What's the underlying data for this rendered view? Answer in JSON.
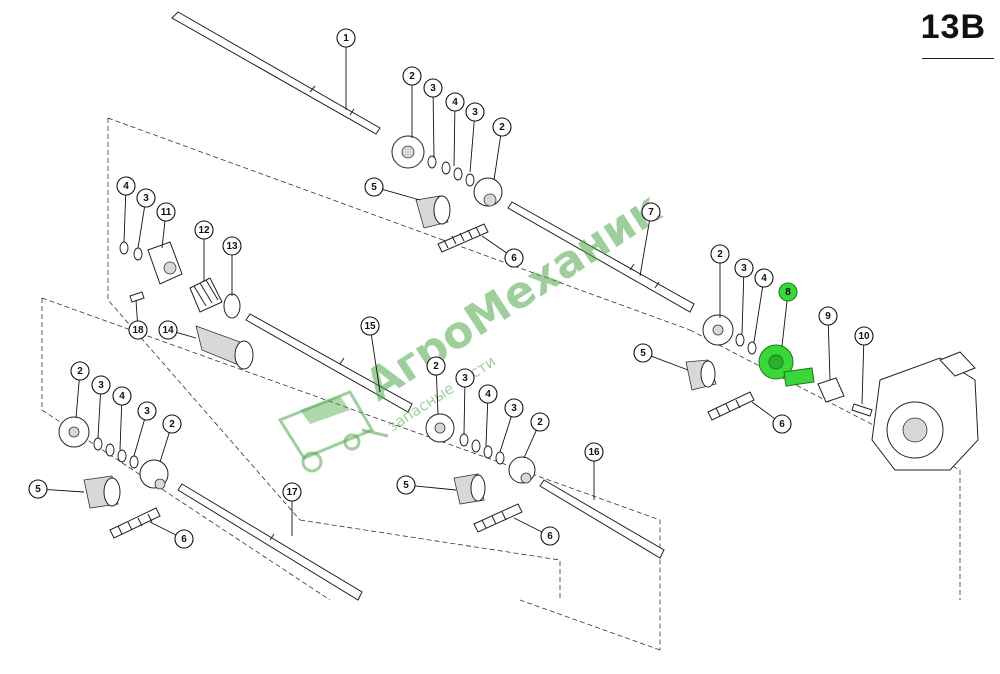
{
  "page": {
    "code": "13B"
  },
  "watermark": {
    "brand": "АгроМеханик",
    "tagline": "запасные части",
    "color": "#4fa84a"
  },
  "highlight_color": "#3ad63a",
  "highlighted_part": "8",
  "callouts": [
    "1",
    "2",
    "3",
    "4",
    "3",
    "2",
    "5",
    "6",
    "7",
    "2",
    "3",
    "4",
    "8",
    "9",
    "10",
    "5",
    "6",
    "4",
    "3",
    "11",
    "12",
    "13",
    "14",
    "18",
    "15",
    "2",
    "3",
    "4",
    "3",
    "2",
    "5",
    "6",
    "2",
    "3",
    "4",
    "3",
    "2",
    "5",
    "6",
    "17",
    "16"
  ]
}
